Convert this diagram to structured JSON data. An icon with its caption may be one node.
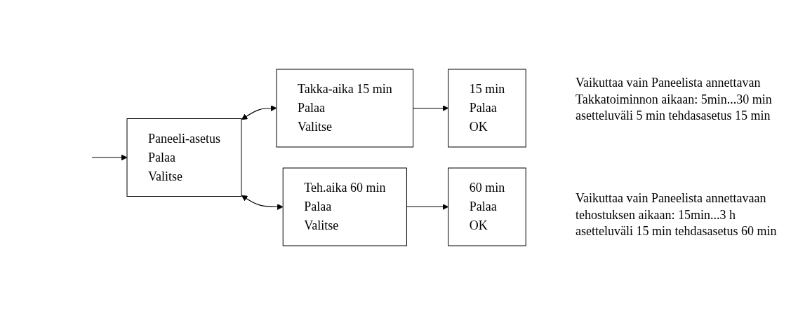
{
  "diagram": {
    "nodes": [
      {
        "text": [
          "Paneeli-asetus",
          "Palaa",
          "Valitse"
        ]
      },
      {
        "text": [
          "Takka-aika 15 min",
          "Palaa",
          "Valitse"
        ]
      },
      {
        "text": [
          "15 min",
          "Palaa",
          "OK"
        ]
      },
      {
        "text": [
          "Teh.aika 60 min",
          "Palaa",
          "Valitse"
        ]
      },
      {
        "text": [
          "60 min",
          "Palaa",
          "OK"
        ]
      }
    ],
    "edges": [
      {
        "from": null,
        "to": 0,
        "arrow": "to"
      },
      {
        "from": 0,
        "to": 1,
        "arrow": "both"
      },
      {
        "from": 0,
        "to": 3,
        "arrow": "both"
      },
      {
        "from": 1,
        "to": 2,
        "arrow": "to"
      },
      {
        "from": 3,
        "to": 4,
        "arrow": "to"
      }
    ],
    "labels": [
      "Vaikuttaa vain Paneelista annettavan Takkatoiminnon aikaan: 5min...30 min asetteluväli 5 min tehdasasetus 15 min",
      "Vaikuttaa vain Paneelista annettavaan tehostuksen aikaan: 15min...3 h asetteluväli 15 min tehdasasetus 60 min"
    ]
  }
}
